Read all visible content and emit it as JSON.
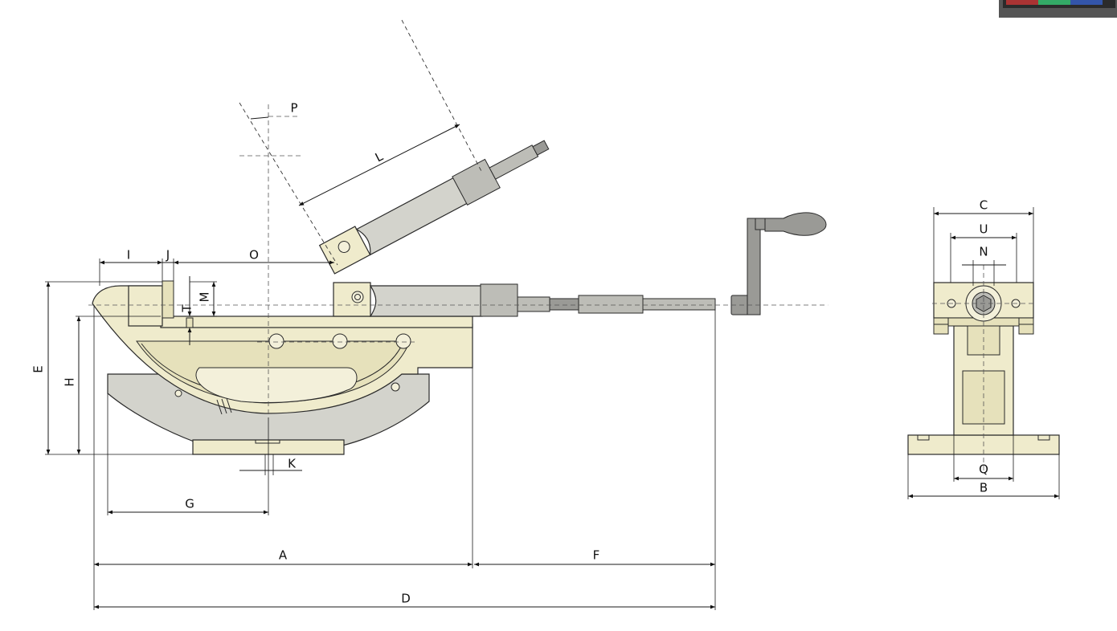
{
  "dimension_labels": {
    "A": "A",
    "B": "B",
    "C": "C",
    "D": "D",
    "E": "E",
    "F": "F",
    "G": "G",
    "H": "H",
    "I": "I",
    "J": "J",
    "K": "K",
    "L": "L",
    "M": "M",
    "N": "N",
    "O": "O",
    "P": "P",
    "Q": "Q",
    "T": "T",
    "U": "U"
  },
  "colors": {
    "vise_body": "#efebcc",
    "base_segment": "#d3d3cc",
    "jaw_grey": "#bdbdb7",
    "handle_grey": "#9a9a96",
    "dimension_lines": "#1a1a1a"
  },
  "icons": [
    "arrowhead-icon",
    "bolt-icon",
    "socket-icon"
  ]
}
